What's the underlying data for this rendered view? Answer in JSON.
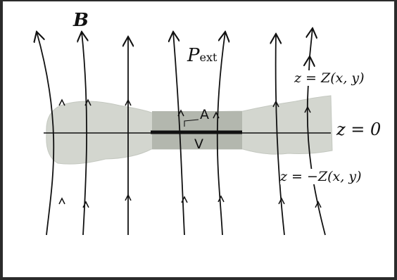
{
  "labels": {
    "field": "B",
    "pressure_base": "P",
    "pressure_sub": "ext",
    "upper_surface": "z = Z(x, y)",
    "midplane": "z = 0",
    "lower_surface": "z = −Z(x, y)",
    "area": "A",
    "volume": "V"
  },
  "colors": {
    "slab": "#d3d6cf",
    "slab_edge": "#c4c8c0",
    "core": "#b3b7ae",
    "lines": "#111111",
    "frame": "#2b2b2b"
  }
}
